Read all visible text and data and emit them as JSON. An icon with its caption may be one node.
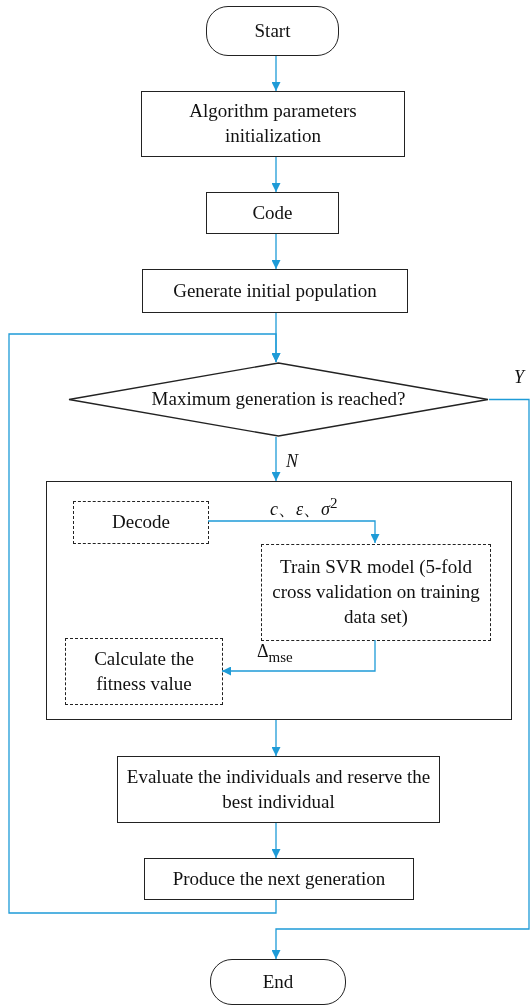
{
  "diagram": {
    "nodes": [
      {
        "text": [
          "Start"
        ]
      },
      {
        "text": [
          "Algorithm parameters initialization"
        ]
      },
      {
        "text": [
          "Code"
        ]
      },
      {
        "text": [
          "Generate initial population"
        ]
      },
      {
        "text": [
          "Maximum generation is reached?"
        ]
      },
      {
        "text": [],
        "shape": "box"
      },
      {
        "text": [
          "Decode"
        ],
        "in": 5
      },
      {
        "text": [
          "Train SVR model (5-fold cross validation on training data set)"
        ],
        "in": 5
      },
      {
        "text": [
          "Calculate the fitness value"
        ],
        "in": 5
      },
      {
        "text": [
          "Evaluate the individuals and reserve the best individual"
        ]
      },
      {
        "text": [
          "Produce the next generation"
        ]
      },
      {
        "text": [
          "End"
        ]
      }
    ],
    "edges": [
      {
        "from": 0,
        "to": 1,
        "arrow": "to"
      },
      {
        "from": 1,
        "to": 2,
        "arrow": "to"
      },
      {
        "from": 2,
        "to": 3,
        "arrow": "to"
      },
      {
        "from": 3,
        "to": 4,
        "arrow": "to"
      },
      {
        "from": 4,
        "to": 5,
        "arrow": "to",
        "label": "N"
      },
      {
        "from": 6,
        "to": 7,
        "arrow": "to",
        "label": "*c*、*ε*、*σ*$^{2}$"
      },
      {
        "from": 7,
        "to": 8,
        "arrow": "to",
        "label": "Δ$_{mse}$"
      },
      {
        "from": 5,
        "to": 9,
        "arrow": "to"
      },
      {
        "from": 9,
        "to": 10,
        "arrow": "to"
      },
      {
        "from": 10,
        "to": 4,
        "arrow": "to"
      },
      {
        "from": 4,
        "to": 11,
        "arrow": "to",
        "label": "Y"
      }
    ]
  }
}
